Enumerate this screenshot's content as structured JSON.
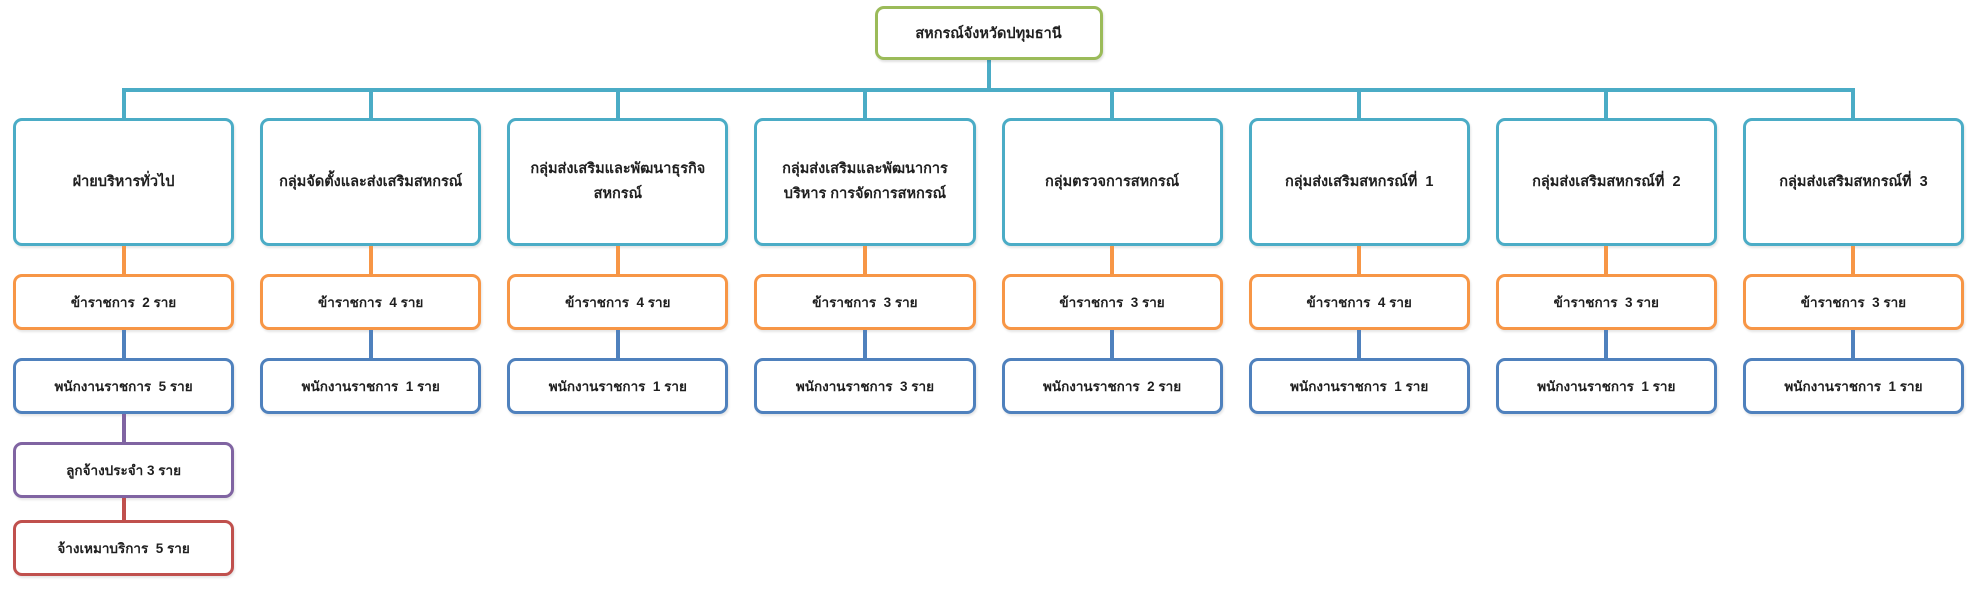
{
  "root": {
    "title": "สหกรณ์จังหวัดปทุมธานี"
  },
  "columns": [
    {
      "title": "ฝ่ายบริหารทั่วไป",
      "civil_servants": "ข้าราชการ  2 ราย",
      "gov_employees": "พนักงานราชการ  5 ราย",
      "permanent_employees": "ลูกจ้างประจำ 3 ราย",
      "outsourced": "จ้างเหมาบริการ  5 ราย"
    },
    {
      "title": "กลุ่มจัดตั้งและส่งเสริมสหกรณ์",
      "civil_servants": "ข้าราชการ  4 ราย",
      "gov_employees": "พนักงานราชการ  1 ราย"
    },
    {
      "title": "กลุ่มส่งเสริมและพัฒนาธุรกิจ สหกรณ์",
      "civil_servants": "ข้าราชการ  4 ราย",
      "gov_employees": "พนักงานราชการ  1 ราย"
    },
    {
      "title": "กลุ่มส่งเสริมและพัฒนาการบริหาร การจัดการสหกรณ์",
      "civil_servants": "ข้าราชการ  3 ราย",
      "gov_employees": "พนักงานราชการ  3 ราย"
    },
    {
      "title": "กลุ่มตรวจการสหกรณ์",
      "civil_servants": "ข้าราชการ  3 ราย",
      "gov_employees": "พนักงานราชการ  2 ราย"
    },
    {
      "title": "กลุ่มส่งเสริมสหกรณ์ที่  1",
      "civil_servants": "ข้าราชการ  4 ราย",
      "gov_employees": "พนักงานราชการ  1 ราย"
    },
    {
      "title": "กลุ่มส่งเสริมสหกรณ์ที่  2",
      "civil_servants": "ข้าราชการ  3 ราย",
      "gov_employees": "พนักงานราชการ  1 ราย"
    },
    {
      "title": "กลุ่มส่งเสริมสหกรณ์ที่  3",
      "civil_servants": "ข้าราชการ  3 ราย",
      "gov_employees": "พนักงานราชการ  1 ราย"
    }
  ],
  "colors": {
    "root_border": "#9BBB59",
    "dept_border": "#4BACC6",
    "connector": "#4BACC6",
    "civil_border": "#F79646",
    "gov_border": "#4F81BD",
    "permanent_border": "#8064A2",
    "outsourced_border": "#C0504D",
    "text": "#1f1f1f",
    "box_fill": "#FFFFFF"
  }
}
